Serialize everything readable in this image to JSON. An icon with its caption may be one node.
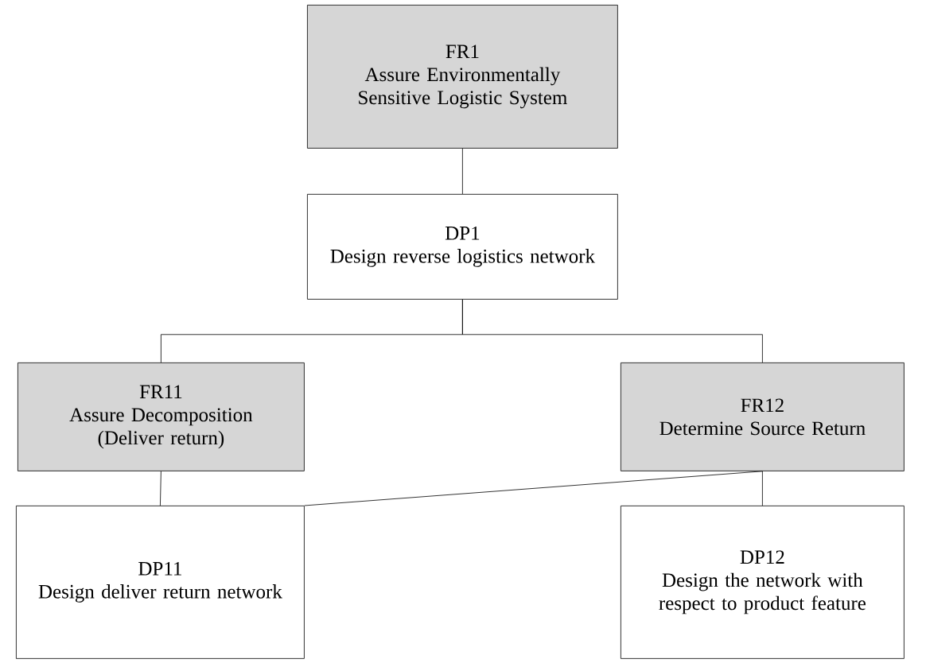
{
  "diagram": {
    "nodes": [
      {
        "text": [
          "FR1",
          "Assure Environmentally Sensitive Logistic System"
        ]
      },
      {
        "text": [
          "DP1",
          "Design reverse logistics network"
        ]
      },
      {
        "text": [
          "FR11",
          "Assure Decomposition (Deliver return)"
        ]
      },
      {
        "text": [
          "FR12",
          "Determine Source Return"
        ]
      },
      {
        "text": [
          "DP11",
          "Design deliver return network"
        ]
      },
      {
        "text": [
          "DP12",
          "Design the network with respect to product feature"
        ]
      }
    ],
    "edges": [
      {
        "from": 0,
        "to": 1,
        "arrow": "none"
      },
      {
        "from": 1,
        "to": 2,
        "arrow": "none"
      },
      {
        "from": 1,
        "to": 3,
        "arrow": "none"
      },
      {
        "from": 2,
        "to": 4,
        "arrow": "none"
      },
      {
        "from": 3,
        "to": 4,
        "arrow": "none"
      },
      {
        "from": 3,
        "to": 5,
        "arrow": "none"
      }
    ]
  }
}
